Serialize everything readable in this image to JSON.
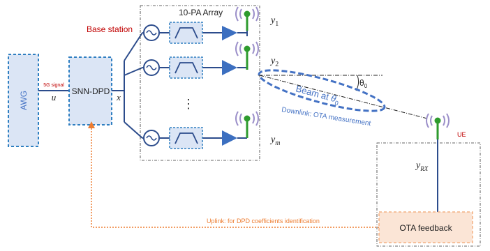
{
  "labels": {
    "awg": "AWG",
    "signal": "5G signal",
    "u": "u",
    "dpd": "SNN-DPD",
    "x": "x",
    "base_station": "Base station",
    "array": "10-PA Array",
    "y1_base": "y",
    "y1_sub": "1",
    "y2_base": "y",
    "y2_sub": "2",
    "ym_base": "y",
    "ym_sub": "m",
    "ellipsis": "⋮",
    "theta": "θ",
    "theta_sub": "0",
    "beam_prefix": "Beam at ",
    "beam_theta": "θ",
    "beam_theta_sub": "0",
    "downlink": "Downlink: OTA measurement",
    "ue": "UE",
    "yrx_base": "y",
    "yrx_sub": "RX",
    "ota_feedback": "OTA feedback",
    "uplink": "Uplink: for DPD coefficients identification"
  },
  "colors": {
    "block_fill": "#dbe5f5",
    "block_border": "#2f7fc1",
    "line": "#2c4c8c",
    "amp": "#3c6fc0",
    "red_text": "#c00000",
    "beam": "#4472c4",
    "feedback_fill": "#fbe5d6",
    "feedback_border": "#f4b183",
    "uplink": "#ed7d31",
    "antenna_green": "#2e9b2e",
    "wave": "#9b8fc9"
  },
  "icons": [
    "oscillator-icon",
    "bandpass-filter-icon",
    "amplifier-icon",
    "antenna-icon"
  ]
}
